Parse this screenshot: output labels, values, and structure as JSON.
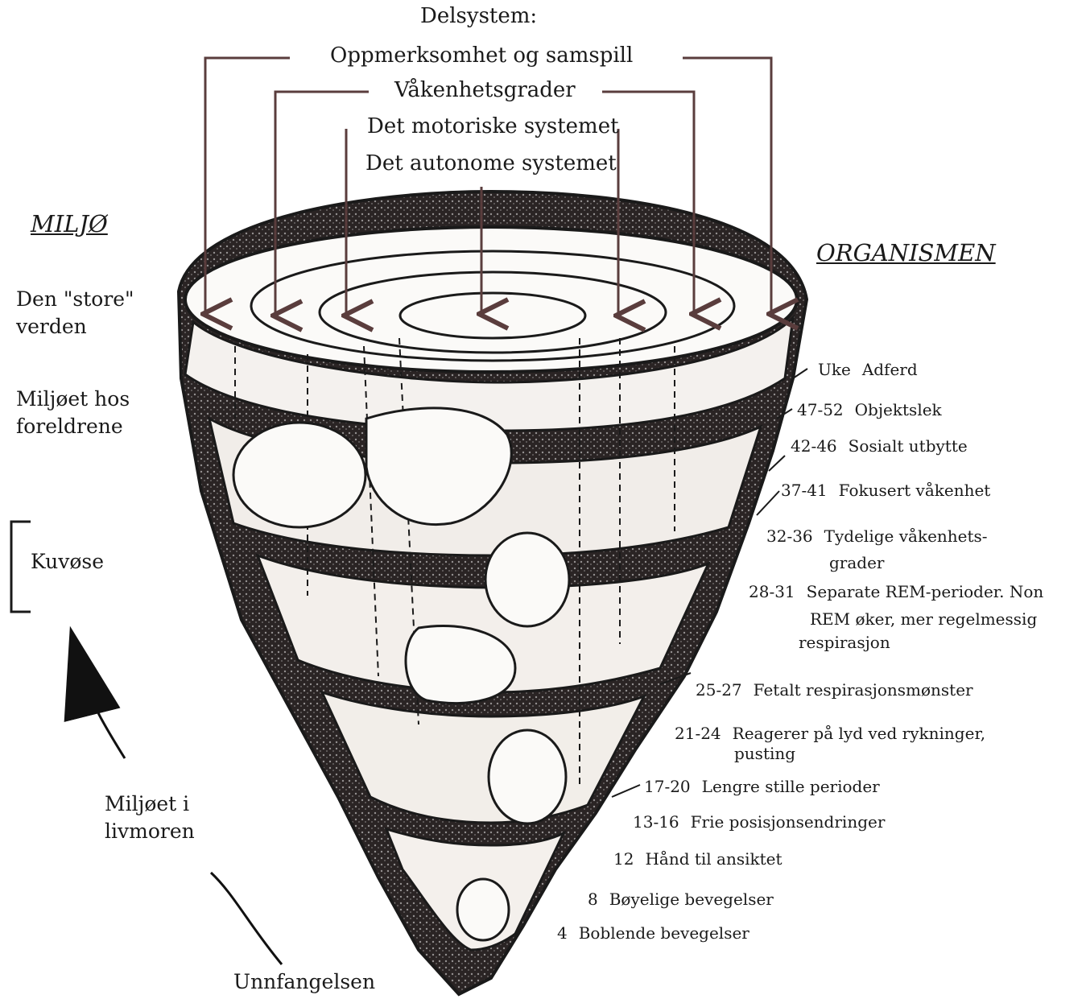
{
  "subsystems": {
    "title": "Delsystem:",
    "items": [
      "Oppmerksomhet og samspill",
      "Våkenhetsgrader",
      "Det motoriske systemet",
      "Det autonome systemet"
    ]
  },
  "left": {
    "heading": "MILJØ",
    "world_line1": "Den \"store\"",
    "world_line2": "verden",
    "parents_line1": "Miljøet hos",
    "parents_line2": "foreldrene",
    "incubator": "Kuvøse",
    "womb_line1": "Miljøet i",
    "womb_line2": "livmoren",
    "conception": "Unnfangelsen"
  },
  "right": {
    "heading": "ORGANISMEN",
    "col_week": "Uke",
    "col_behavior": "Adferd",
    "stages": [
      {
        "week": "47-52",
        "behavior": "Objektslek"
      },
      {
        "week": "42-46",
        "behavior": "Sosialt utbytte"
      },
      {
        "week": "37-41",
        "behavior": "Fokusert våkenhet"
      },
      {
        "week": "32-36",
        "behavior": "Tydelige våkenhets-",
        "behavior2": "grader"
      },
      {
        "week": "28-31",
        "behavior": "Separate REM-perioder. Non",
        "behavior2": "REM øker, mer regelmessig",
        "behavior3": "respirasjon"
      },
      {
        "week": "25-27",
        "behavior": "Fetalt respirasjonsmønster"
      },
      {
        "week": "21-24",
        "behavior": "Reagerer på lyd ved rykninger,",
        "behavior2": "pusting"
      },
      {
        "week": "17-20",
        "behavior": "Lengre stille perioder"
      },
      {
        "week": "13-16",
        "behavior": "Frie posisjonsendringer"
      },
      {
        "week": "12",
        "behavior": "Hånd til ansiktet"
      },
      {
        "week": "8",
        "behavior": "Bøyelige bevegelser"
      },
      {
        "week": "4",
        "behavior": "Boblende bevegelser"
      }
    ]
  },
  "colors": {
    "ink": "#1a1a1a",
    "arrow": "#5a3d3d",
    "paper": "#ffffff"
  }
}
